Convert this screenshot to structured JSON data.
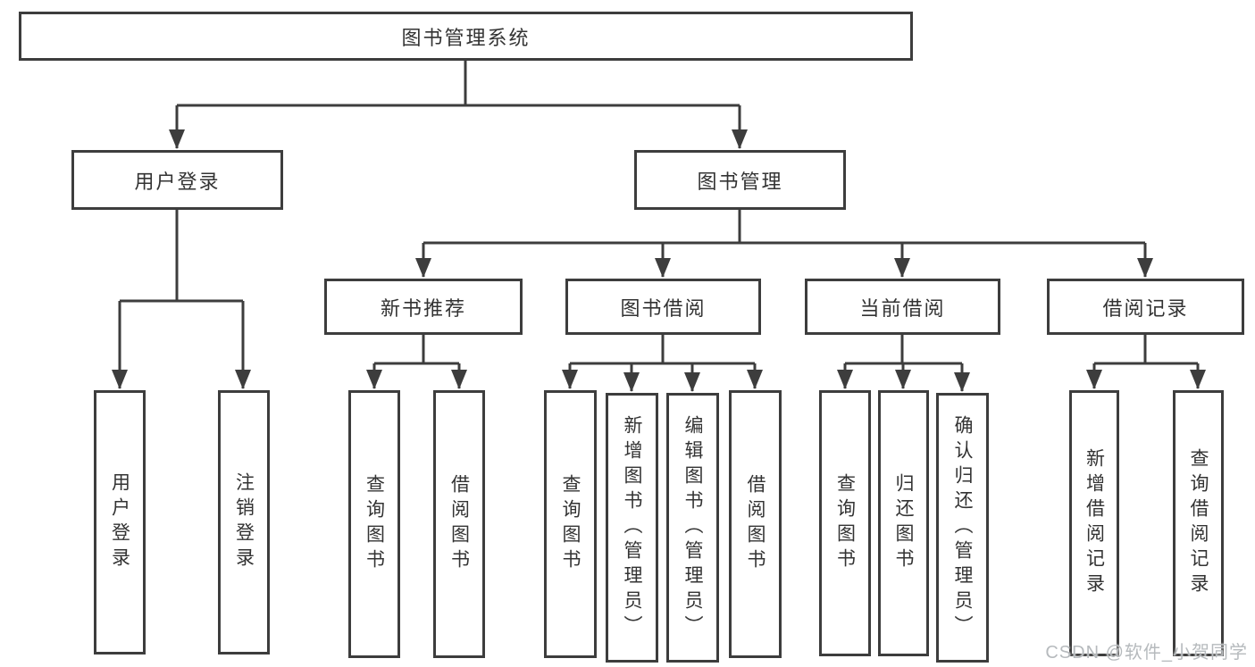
{
  "root": {
    "label": "图书管理系统"
  },
  "user_login": {
    "label": "用户登录",
    "children": [
      {
        "label": "用户登录"
      },
      {
        "label": "注销登录"
      }
    ]
  },
  "book_mgmt": {
    "label": "图书管理",
    "sections": [
      {
        "label": "新书推荐",
        "children": [
          {
            "label": "查询图书"
          },
          {
            "label": "借阅图书"
          }
        ]
      },
      {
        "label": "图书借阅",
        "children": [
          {
            "label": "查询图书"
          },
          {
            "label": "新增图书（管理员）"
          },
          {
            "label": "编辑图书（管理员）"
          },
          {
            "label": "借阅图书"
          }
        ]
      },
      {
        "label": "当前借阅",
        "children": [
          {
            "label": "查询图书"
          },
          {
            "label": "归还图书"
          },
          {
            "label": "确认归还（管理员）"
          }
        ]
      },
      {
        "label": "借阅记录",
        "children": [
          {
            "label": "新增借阅记录"
          },
          {
            "label": "查询借阅记录"
          }
        ]
      }
    ]
  },
  "watermark": "CSDN @软件_小贺同学",
  "colors": {
    "line": "#3d3d3d",
    "text": "#333333",
    "watermark": "#b6babd",
    "background": "#ffffff"
  }
}
